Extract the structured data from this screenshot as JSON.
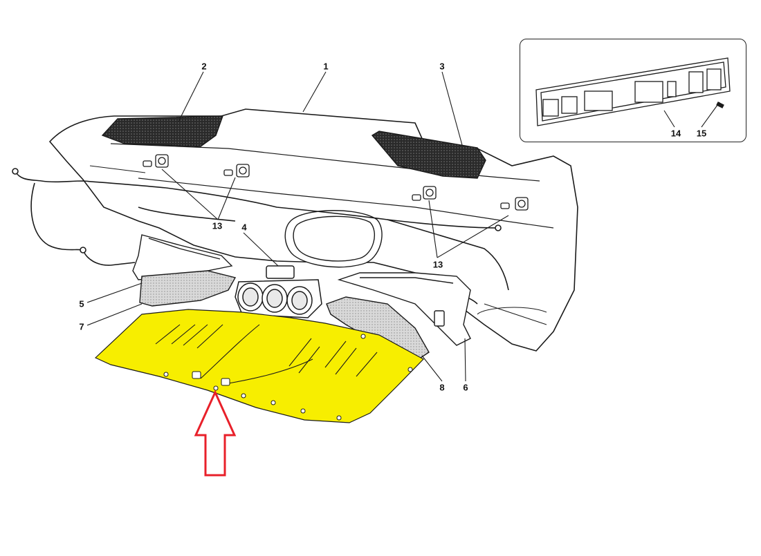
{
  "diagram": {
    "callouts": {
      "c1": "1",
      "c2": "2",
      "c3": "3",
      "c4": "4",
      "c5": "5",
      "c6": "6",
      "c7": "7",
      "c8": "8",
      "c13_left": "13",
      "c13_right": "13",
      "c14": "14",
      "c15": "15"
    },
    "highlight_color": "#f7ee00",
    "arrow_color": "#e8202a",
    "line_color": "#1a1a1a"
  }
}
